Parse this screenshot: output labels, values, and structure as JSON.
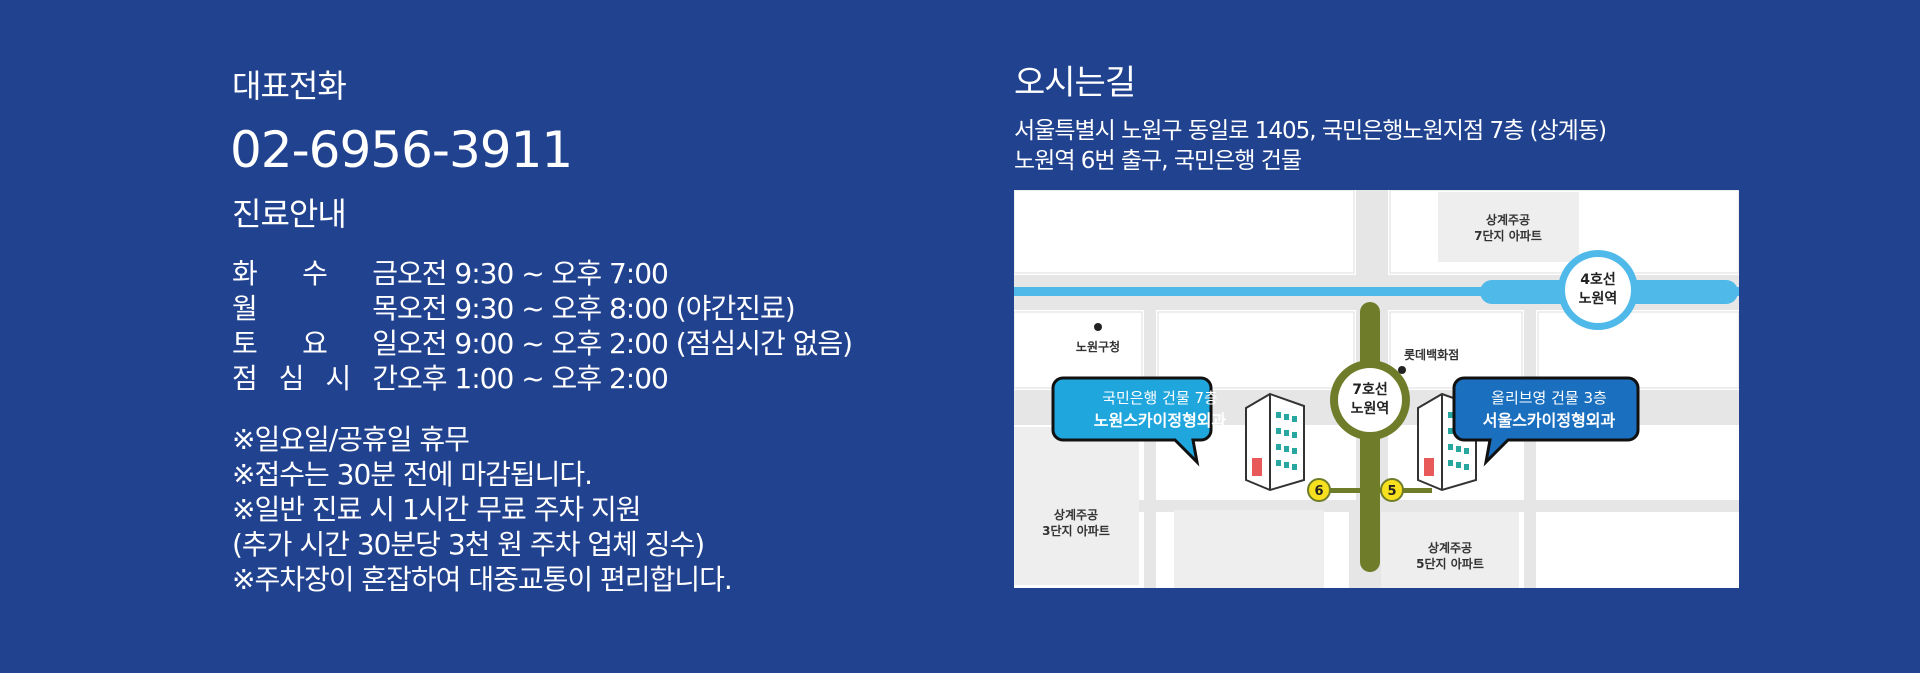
{
  "contact": {
    "phone_label": "대표전화",
    "phone_number": "02-6956-3911",
    "hours_label": "진료안내",
    "hours": [
      {
        "days": [
          "화",
          "수",
          "금"
        ],
        "time": "오전 9:30 ~ 오후 7:00"
      },
      {
        "days": [
          "월",
          "목"
        ],
        "time": "오전 9:30 ~ 오후 8:00 (야간진료)"
      },
      {
        "days": [
          "토",
          "요",
          "일"
        ],
        "time": "오전 9:00 ~ 오후 2:00 (점심시간 없음)"
      },
      {
        "days": [
          "점",
          "심",
          "시",
          "간"
        ],
        "time": "오후 1:00 ~ 오후 2:00"
      }
    ],
    "notes": [
      "※일요일/공휴일 휴무",
      "※접수는 30분 전에 마감됩니다.",
      "※일반 진료 시 1시간 무료 주차 지원",
      "(추가 시간 30분당 3천 원 주차 업체 징수)",
      "※주차장이 혼잡하여 대중교통이 편리합니다."
    ]
  },
  "directions": {
    "title": "오시는길",
    "address_line1": "서울특별시 노원구 동일로 1405, 국민은행노원지점 7층 (상계동)",
    "address_line2": "노원역 6번 출구, 국민은행 건물"
  },
  "map": {
    "apt7_line1": "상계주공",
    "apt7_line2": "7단지 아파트",
    "apt3_line1": "상계주공",
    "apt3_line2": "3단지 아파트",
    "apt5_line1": "상계주공",
    "apt5_line2": "5단지 아파트",
    "line4_line1": "4호선",
    "line4_line2": "노원역",
    "line7_line1": "7호선",
    "line7_line2": "노원역",
    "office": "노원구청",
    "lotte": "롯데백화점",
    "left_bubble_line1": "국민은행 건물 7층",
    "left_bubble_line2": "노원스카이정형외과",
    "right_bubble_line1": "올리브영 건물 3층",
    "right_bubble_line2": "서울스카이정형외과",
    "exit_6": "6",
    "exit_5": "5",
    "colors": {
      "line4": "#4fb9ea",
      "line7": "#6f7d2a",
      "left_bubble": "#1fa6dd",
      "right_bubble": "#1a6fbe",
      "exit": "#f7e01d"
    }
  }
}
